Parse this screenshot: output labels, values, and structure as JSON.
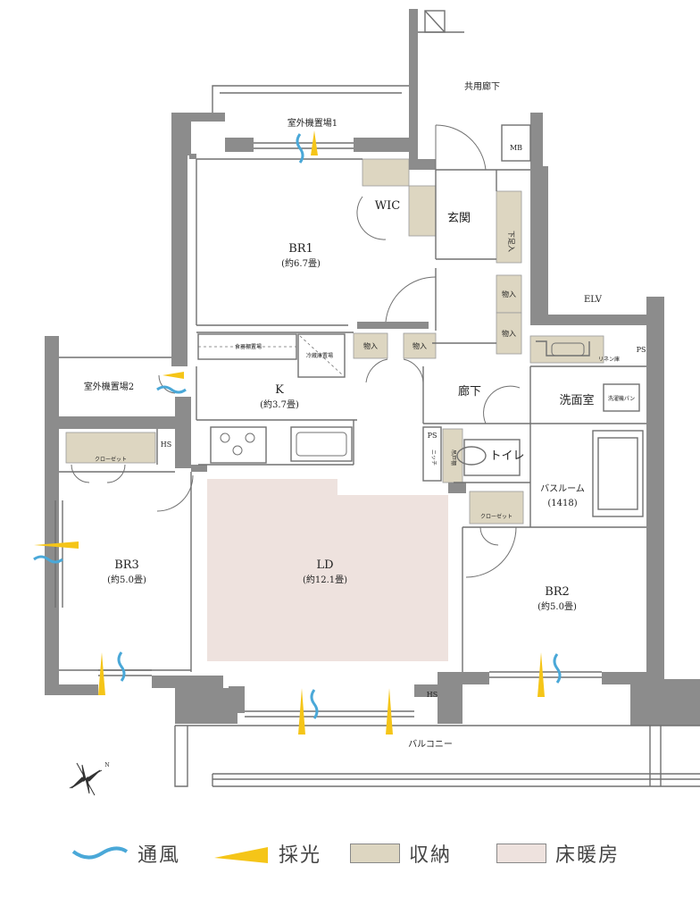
{
  "colors": {
    "wall": "#8c8c8c",
    "line": "#707070",
    "storage": "#ddd6c1",
    "floor_heating": "#eee2de",
    "wind": "#4aa8d8",
    "light": "#f5c518"
  },
  "rooms": {
    "br1": {
      "name": "BR1",
      "size": "(約6.7畳)"
    },
    "k": {
      "name": "K",
      "size": "(約3.7畳)"
    },
    "ld": {
      "name": "LD",
      "size": "(約12.1畳)"
    },
    "br2": {
      "name": "BR2",
      "size": "(約5.0畳)"
    },
    "br3": {
      "name": "BR3",
      "size": "(約5.0畳)"
    },
    "wic": "WIC",
    "genkan": "玄関",
    "rouka": "廊下",
    "senmen": "洗面室",
    "toilet": "トイレ",
    "bath": "バスルーム",
    "bath_size": "(1418)"
  },
  "labels": {
    "kyoyo_rouka": "共用廊下",
    "shitsugaiki1": "室外機置場1",
    "shitsugaiki2": "室外機置場2",
    "balcony": "バルコニー",
    "elv": "ELV",
    "mb": "MB",
    "ps1": "PS",
    "ps2": "PS",
    "hs1": "HS",
    "hs2": "HS",
    "getabako": "下足入",
    "monoire1": "物入",
    "monoire2": "物入",
    "monoire3": "物入",
    "monoire4": "物入",
    "closet1": "クローゼット",
    "closet2": "クローゼット",
    "linen": "リネン庫",
    "sentakuki": "洗濯機パン",
    "shokki": "食器棚置場",
    "reizoko": "冷蔵庫置場",
    "nitchi": "ニッチ",
    "toilet_shuno": "吊戸棚",
    "compass_n": "N"
  },
  "legend": [
    {
      "icon": "wind-icon",
      "label": "通風"
    },
    {
      "icon": "light-icon",
      "label": "採光"
    },
    {
      "icon": "storage-swatch",
      "label": "収納"
    },
    {
      "icon": "floor-heating-swatch",
      "label": "床暖房"
    }
  ]
}
